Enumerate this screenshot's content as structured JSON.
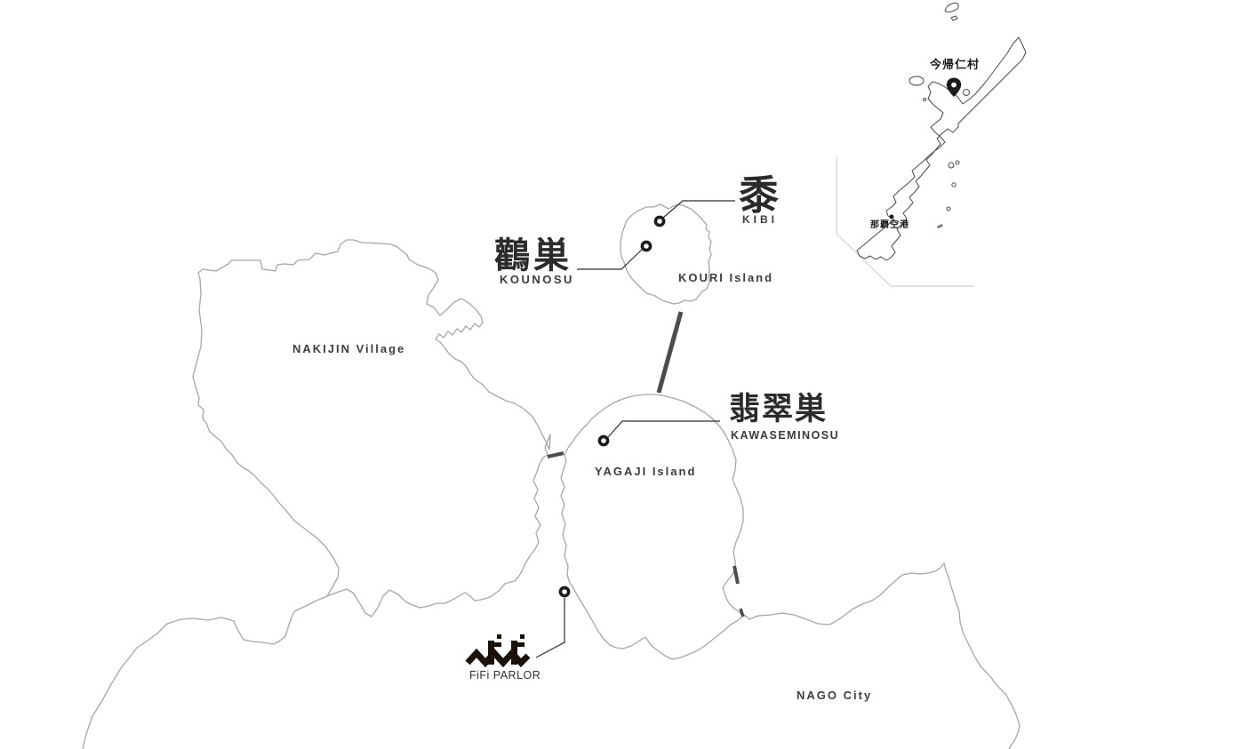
{
  "colors": {
    "background": "#ffffff",
    "coastline": "#a6a6a6",
    "inset_land_stroke": "#4a4a4a",
    "inset_frame": "#d2d2d2",
    "label_text": "#3b3b3b",
    "marker_black": "#1c1c1c",
    "bridge": "#4d4d4d",
    "logo_black": "#1a1208"
  },
  "icons": {
    "marker": "location-ring-icon",
    "pin": "map-pin-icon",
    "airport_dot": "airport-dot-icon",
    "logo": "fifi-parlor-logo"
  },
  "regions": {
    "nakijin": "NAKIJIN Village",
    "kouri": "KOURI Island",
    "yagaji": "YAGAJI Island",
    "nago": "NAGO City"
  },
  "locations": {
    "kibi": {
      "kanji": "黍",
      "name": "KIBI"
    },
    "kounosu": {
      "kanji": "鸛巣",
      "name": "KOUNOSU"
    },
    "kawaseminosu": {
      "kanji": "翡翠巣",
      "name": "KAWASEMINOSU"
    },
    "fifi": {
      "name": "FiFi PARLOR"
    }
  },
  "inset": {
    "village": "今帰仁村",
    "airport": "那覇空港"
  }
}
